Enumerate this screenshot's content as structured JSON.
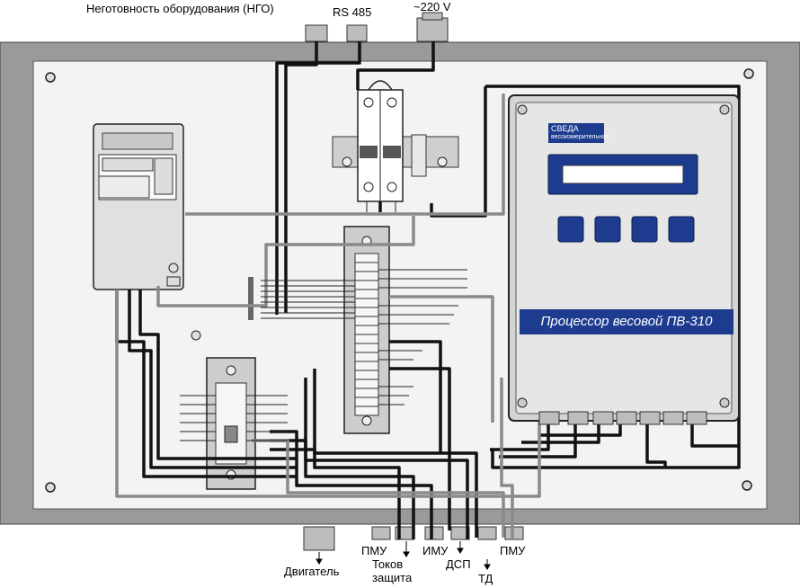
{
  "labels": {
    "top_ngo": "Неготовность оборудования (НГО)",
    "top_rs485": "RS 485",
    "top_power": "~220 V",
    "bottom_motor": "Двигатель",
    "bottom_pmu1": "ПМУ",
    "bottom_current_prot": "Токов защита",
    "bottom_imu": "ИМУ",
    "bottom_dsp": "ДСП",
    "bottom_td": "ТД",
    "bottom_pmu2": "ПМУ"
  },
  "processor": {
    "brand": "СВЕДА",
    "brand_sub": "весоизмерительная",
    "title": "Процессор весовой ПВ-310"
  },
  "colors": {
    "enclosure_outer": "#9a9a9a",
    "panel": "#f3f3f3",
    "accent_blue": "#1d3c8f",
    "wire_black": "#111111",
    "wire_gray": "#8a8a8a"
  }
}
